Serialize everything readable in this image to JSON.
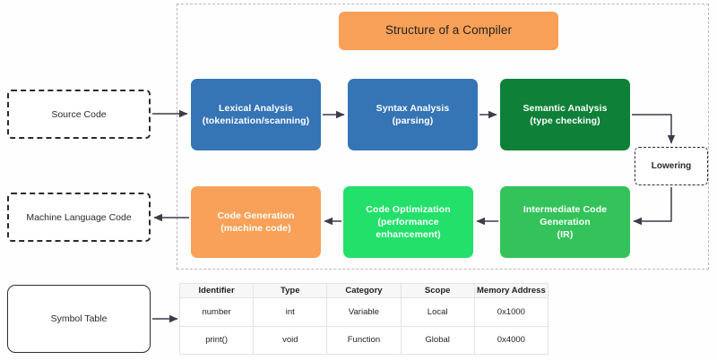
{
  "diagram": {
    "title": "Structure of a Compiler",
    "inputs": {
      "source_code": "Source Code",
      "machine_language_code": "Machine Language Code",
      "symbol_table": "Symbol Table"
    },
    "lowering_label": "Lowering",
    "phases": [
      {
        "id": "lexical",
        "lines": [
          "Lexical Analysis",
          "(tokenization/scanning)"
        ],
        "color": "#3574b5"
      },
      {
        "id": "syntax",
        "lines": [
          "Syntax Analysis",
          "(parsing)"
        ],
        "color": "#3574b5"
      },
      {
        "id": "semantic",
        "lines": [
          "Semantic Analysis",
          "(type checking)"
        ],
        "color": "#0e8037"
      },
      {
        "id": "ir",
        "lines": [
          "Intermediate Code",
          "Generation",
          "(IR)"
        ],
        "color": "#33c35a"
      },
      {
        "id": "optimization",
        "lines": [
          "Code Optimization",
          "(performance",
          "enhancement)"
        ],
        "color": "#22e06a"
      },
      {
        "id": "codegen",
        "lines": [
          "Code Generation",
          "(machine code)"
        ],
        "color": "#f9a158"
      }
    ]
  },
  "symbol_table": {
    "columns": [
      "Identifier",
      "Type",
      "Category",
      "Scope",
      "Memory Address"
    ],
    "rows": [
      [
        "number",
        "int",
        "Variable",
        "Local",
        "0x1000"
      ],
      [
        "print()",
        "void",
        "Function",
        "Global",
        "0x4000"
      ]
    ]
  },
  "colors": {
    "blue": "#3574b5",
    "dark_green": "#0e8037",
    "mid_green": "#33c35a",
    "bright_green": "#22e06a",
    "orange": "#f9a158",
    "arrow": "#3c3c4a",
    "frame": "#b9b9b9"
  }
}
